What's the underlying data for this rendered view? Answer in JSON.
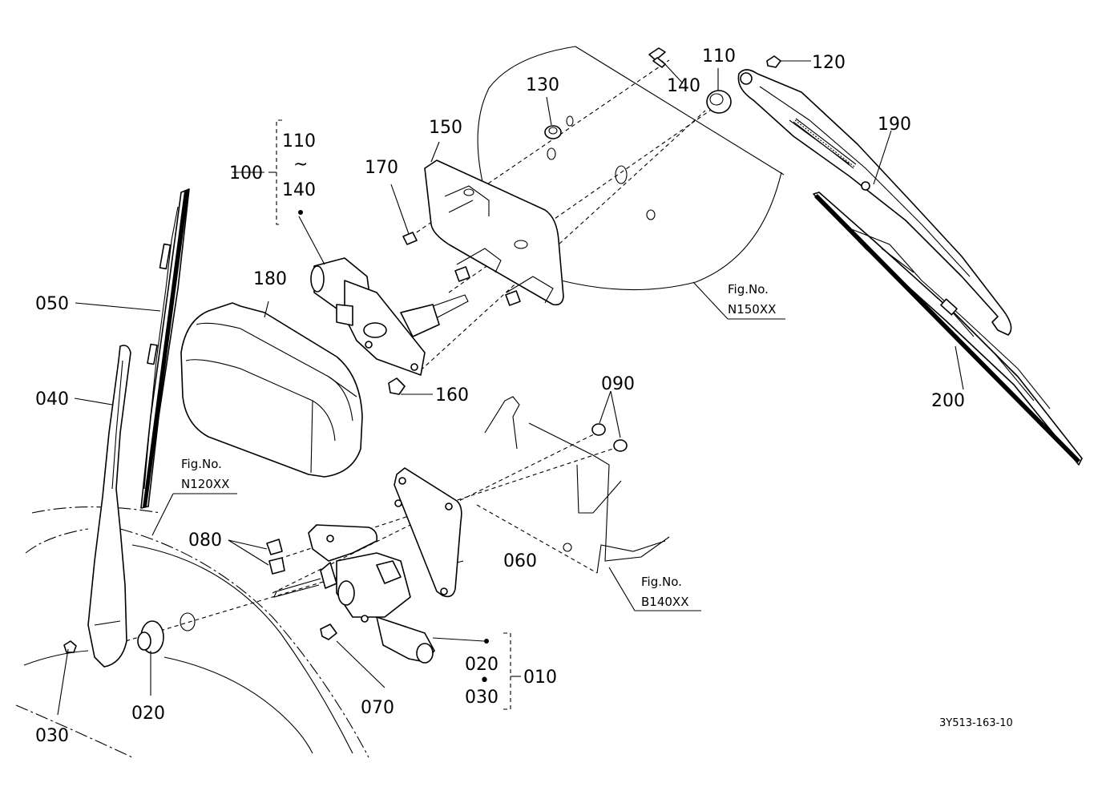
{
  "labels": {
    "p010": "010",
    "p020": "020",
    "p020b": "020",
    "p030": "030",
    "p030b": "030",
    "p040": "040",
    "p050": "050",
    "p060": "060",
    "p070": "070",
    "p080": "080",
    "p090": "090",
    "p100": "100",
    "p110": "110",
    "p110b": "110",
    "p120": "120",
    "p130": "130",
    "p140": "140",
    "p140b": "140",
    "p150": "150",
    "p160": "160",
    "p170": "170",
    "p180": "180",
    "p190": "190",
    "p200": "200",
    "tilde": "~",
    "dot": "•"
  },
  "references": {
    "n150": {
      "fig": "Fig.No.",
      "code": "N150XX"
    },
    "n120": {
      "fig": "Fig.No.",
      "code": "N120XX"
    },
    "b140": {
      "fig": "Fig.No.",
      "code": "B140XX"
    }
  },
  "drawing_code": "3Y513-163-10"
}
